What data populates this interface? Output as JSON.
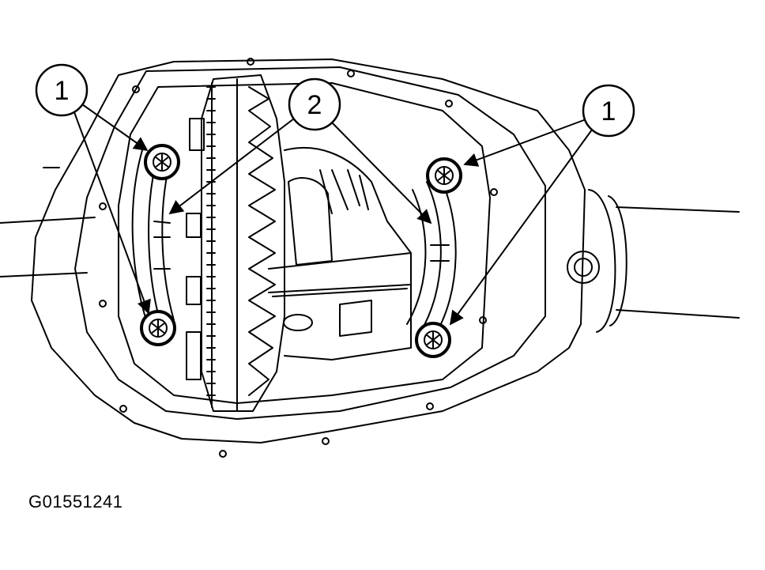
{
  "callouts": [
    {
      "label": "1"
    },
    {
      "label": "2"
    },
    {
      "label": "1"
    }
  ],
  "figure_id": "G01551241",
  "colors": {
    "ink": "#000000",
    "paper": "#ffffff"
  }
}
